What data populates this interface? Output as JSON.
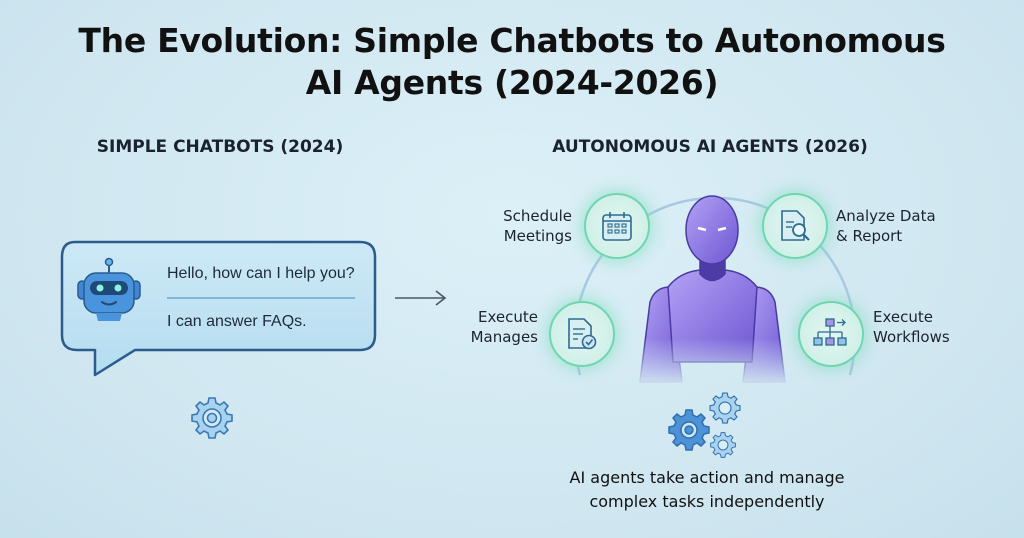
{
  "title": {
    "line1": "The Evolution: Simple Chatbots to Autonomous",
    "line2": "AI Agents (2024-2026)"
  },
  "left": {
    "heading": "SIMPLE CHATBOTS (2024)",
    "bubble": {
      "message1": "Hello, how can I help you?",
      "message2": "I can answer FAQs."
    },
    "icons": [
      "robot-icon",
      "gear-icon"
    ]
  },
  "right": {
    "heading": "AUTONOMOUS AI AGENTS (2026)",
    "capabilities": [
      {
        "line1": "Schedule",
        "line2": "Meetings",
        "icon": "calendar-icon"
      },
      {
        "line1": "Analyze Data",
        "line2": "& Report",
        "icon": "document-search-icon"
      },
      {
        "line1": "Execute",
        "line2": "Manages",
        "icon": "document-check-icon"
      },
      {
        "line1": "Execute",
        "line2": "Workflows",
        "icon": "workflow-icon"
      }
    ],
    "caption": {
      "line1": "AI agents take action and manage",
      "line2": "complex tasks independently"
    }
  },
  "colors": {
    "background": "#d4eaf3",
    "accent_green": "#6fd6b0",
    "robot_blue": "#3f86d6",
    "agent_purple": "#8a6fe0"
  }
}
